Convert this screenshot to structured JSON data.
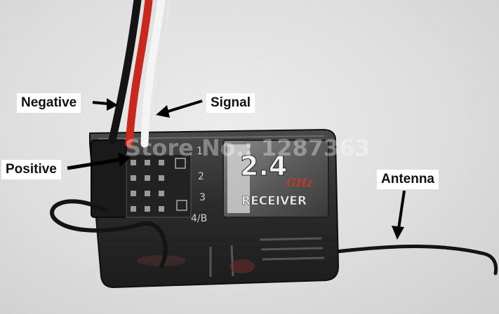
{
  "labels": {
    "negative": "Negative",
    "signal": "Signal",
    "positive": "Positive",
    "antenna": "Antenna"
  },
  "device": {
    "frequency": "2.4",
    "unit": "GHz",
    "type": "RECEIVER",
    "channel_marks": [
      "1",
      "2",
      "3",
      "4/B"
    ],
    "watermark": "Store No.: 1287363"
  },
  "colors": {
    "wire_black": "#141414",
    "wire_red": "#c8281e",
    "wire_white": "#f4f4f4",
    "case": "#2b2b2b",
    "sticker_text": "#e8e8e8",
    "accent_red": "#c0392b"
  }
}
